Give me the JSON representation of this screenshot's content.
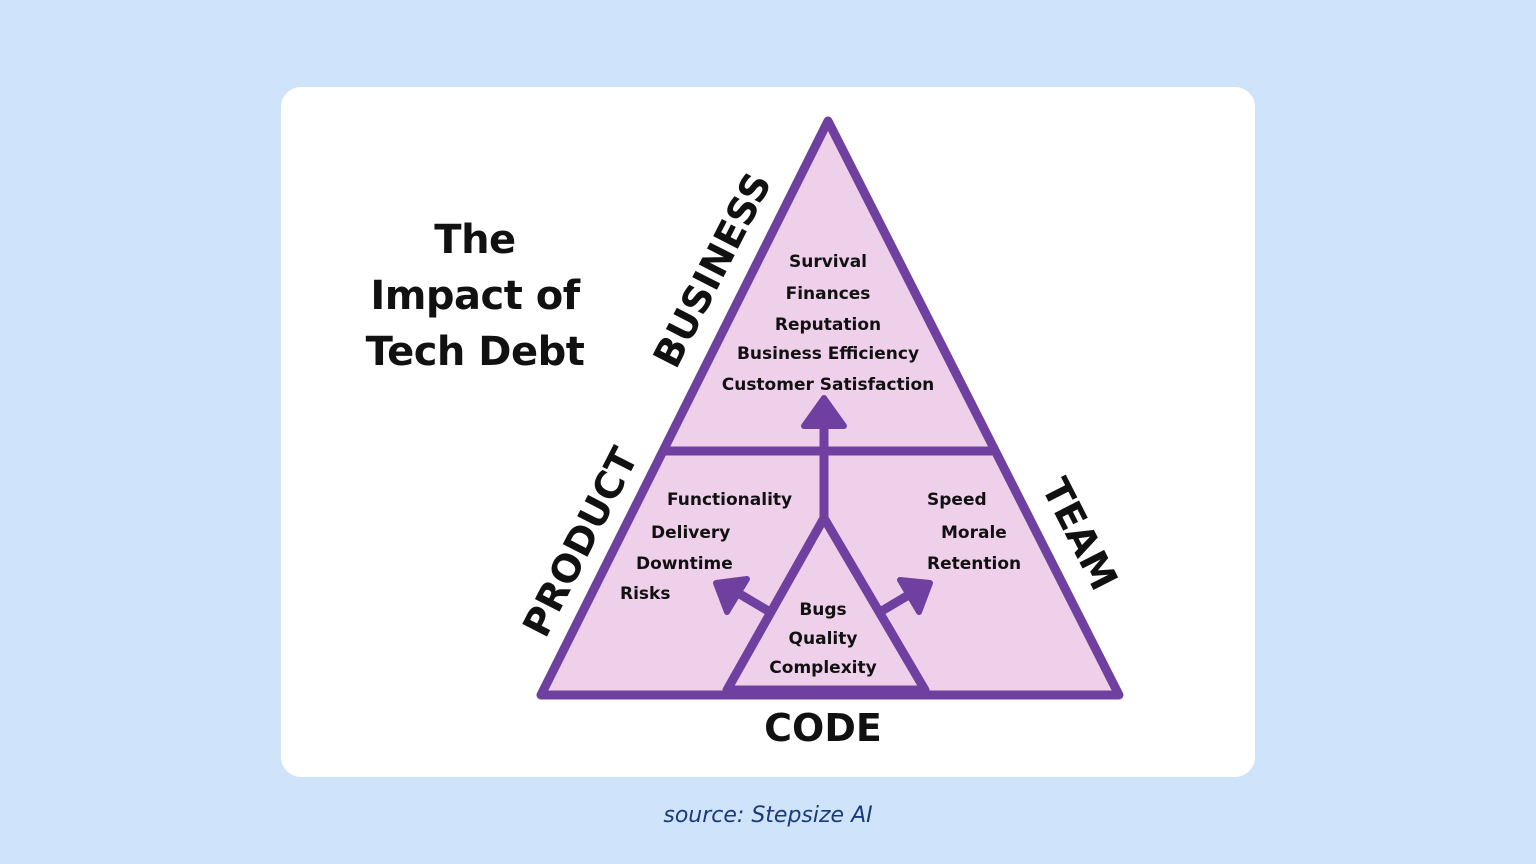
{
  "title": {
    "lines": [
      "The",
      "Impact of",
      "Tech Debt"
    ]
  },
  "diagram": {
    "stroke_color": "#7040a0",
    "fill_color": "#efd0ea",
    "sides": {
      "business": "BUSINESS",
      "product": "PRODUCT",
      "team": "TEAM",
      "code": "CODE"
    },
    "business_items": [
      "Survival",
      "Finances",
      "Reputation",
      "Business Efficiency",
      "Customer Satisfaction"
    ],
    "product_items": [
      "Functionality",
      "Delivery",
      "Downtime",
      "Risks"
    ],
    "team_items": [
      "Speed",
      "Morale",
      "Retention"
    ],
    "code_items": [
      "Bugs",
      "Quality",
      "Complexity"
    ]
  },
  "source": "source: Stepsize AI"
}
